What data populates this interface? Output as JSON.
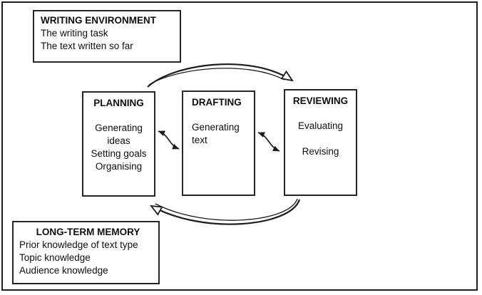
{
  "diagram": {
    "title_hint": "Model of the writing process",
    "colors": {
      "background": "#ffffff",
      "stroke": "#1f1f1f",
      "text": "#0e0e0e"
    },
    "writing_environment": {
      "title": "WRITING ENVIRONMENT",
      "items": [
        "The writing task",
        "The text written so far"
      ]
    },
    "planning": {
      "title": "PLANNING",
      "items": [
        "Generating ideas",
        "Setting goals",
        "Organising"
      ]
    },
    "drafting": {
      "title": "DRAFTING",
      "items": [
        "Generating text"
      ]
    },
    "reviewing": {
      "title": "REVIEWING",
      "items": [
        "Evaluating",
        "Revising"
      ]
    },
    "long_term_memory": {
      "title": "LONG-TERM MEMORY",
      "items": [
        "Prior knowledge of text type",
        "Topic knowledge",
        "Audience knowledge"
      ]
    },
    "arrows": [
      {
        "name": "planning-to-reviewing",
        "style": "hollow-curved-arc",
        "from": "PLANNING",
        "to": "REVIEWING",
        "position": "top"
      },
      {
        "name": "reviewing-to-planning",
        "style": "hollow-curved-arc",
        "from": "REVIEWING",
        "to": "PLANNING",
        "position": "bottom"
      },
      {
        "name": "planning-drafting",
        "style": "s-curve-double-headed",
        "between": [
          "PLANNING",
          "DRAFTING"
        ]
      },
      {
        "name": "drafting-reviewing",
        "style": "s-curve-double-headed",
        "between": [
          "DRAFTING",
          "REVIEWING"
        ]
      }
    ]
  }
}
